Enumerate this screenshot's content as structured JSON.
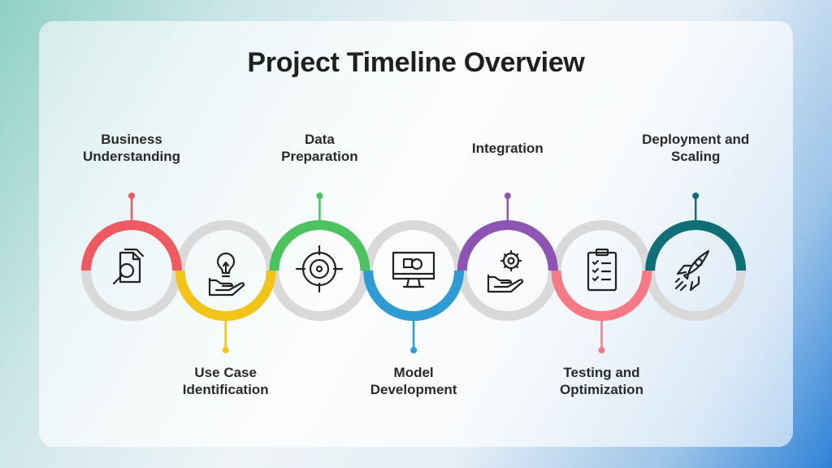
{
  "title": "Project Timeline Overview",
  "ring_color": "#d9d9d9",
  "steps": [
    {
      "label": "Business\nUnderstanding",
      "color": "#ef5a62",
      "icon": "document-search-icon",
      "position": "top"
    },
    {
      "label": "Use Case\nIdentification",
      "color": "#f2c417",
      "icon": "lightbulb-hand-icon",
      "position": "bottom"
    },
    {
      "label": "Data\nPreparation",
      "color": "#4cc35f",
      "icon": "target-icon",
      "position": "top"
    },
    {
      "label": "Model\nDevelopment",
      "color": "#2e9bd4",
      "icon": "monitor-chart-icon",
      "position": "bottom"
    },
    {
      "label": "Integration",
      "color": "#8e54b4",
      "icon": "gear-hand-icon",
      "position": "top"
    },
    {
      "label": "Testing and\nOptimization",
      "color": "#f57a86",
      "icon": "clipboard-checklist-icon",
      "position": "bottom"
    },
    {
      "label": "Deployment and\nScaling",
      "color": "#0f6f76",
      "icon": "rocket-icon",
      "position": "top"
    }
  ]
}
